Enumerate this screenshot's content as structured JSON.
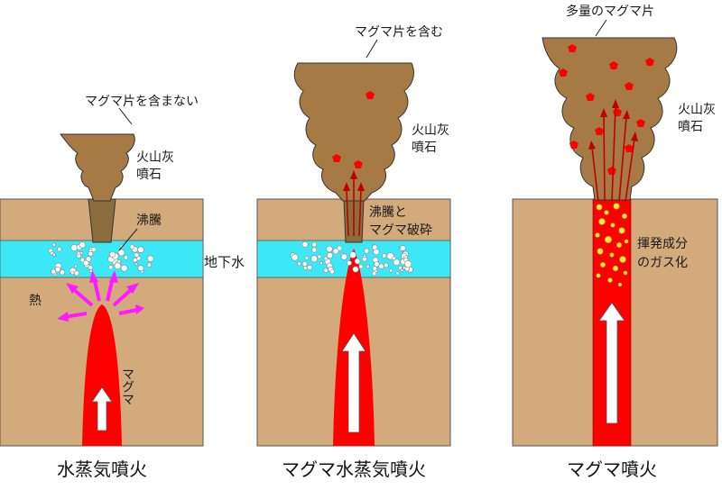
{
  "panels": {
    "phreatic": {
      "caption": "水蒸気噴火",
      "cloud_label": "マグマ片を含まない",
      "ash_label_1": "火山灰",
      "ash_label_2": "噴石",
      "boiling_label": "沸騰",
      "heat_label": "熱",
      "magma_label": "マグマ"
    },
    "phreatomagmatic": {
      "caption": "マグマ水蒸気噴火",
      "cloud_label": "マグマ片を含む",
      "ash_label_1": "火山灰",
      "ash_label_2": "噴石",
      "boil_frag_label_1": "沸騰と",
      "boil_frag_label_2": "マグマ破砕"
    },
    "magmatic": {
      "caption": "マグマ噴火",
      "cloud_label": "多量のマグマ片",
      "ash_label_1": "火山灰",
      "ash_label_2": "噴石",
      "volatile_label_1": "揮発成分",
      "volatile_label_2": "のガス化"
    }
  },
  "groundwater_label": "地下水",
  "colors": {
    "ground": "#d2aa7c",
    "groundwater": "#3ce8f6",
    "magma": "#ff0000",
    "ash_cloud": "#a67a45",
    "heat_arrow": "#ff1aff",
    "flow_arrow": "#c00000",
    "gas_bubble": "#ffe642"
  }
}
